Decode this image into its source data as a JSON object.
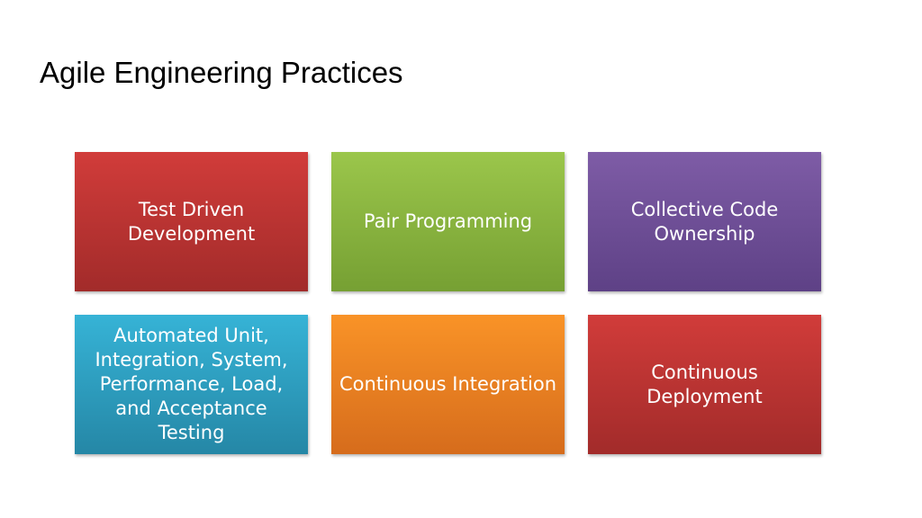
{
  "slide": {
    "title": "Agile Engineering Practices",
    "boxes": [
      {
        "label": "Test Driven Development",
        "color": "#c0392f"
      },
      {
        "label": "Pair Programming",
        "color": "#8cb640"
      },
      {
        "label": "Collective Code Ownership",
        "color": "#6e4f97"
      },
      {
        "label": "Automated Unit, Integration, System, Performance, Load, and Acceptance Testing",
        "color": "#2e9fc0"
      },
      {
        "label": "Continuous Integration",
        "color": "#ec8122"
      },
      {
        "label": "Continuous Deployment",
        "color": "#c0392f"
      }
    ]
  }
}
